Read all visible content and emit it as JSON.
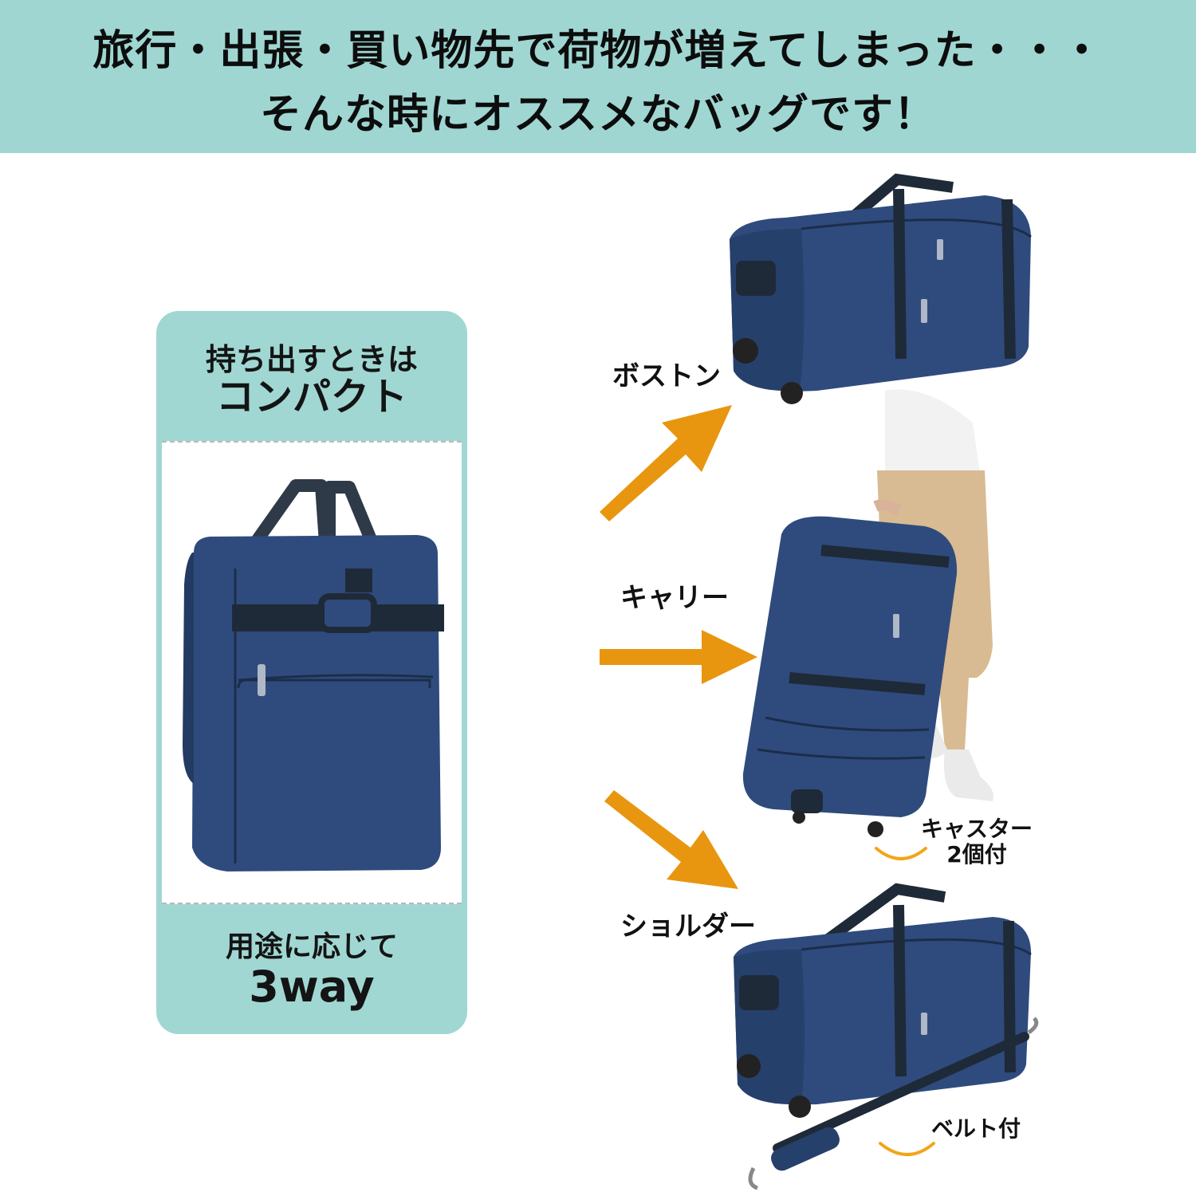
{
  "banner": {
    "line1": "旅行・出張・買い物先で荷物が増えてしまった・・・",
    "line2": "そんな時にオススメなバッグです！",
    "color": "#9fd6d2"
  },
  "panel": {
    "compact_line1": "持ち出すときは",
    "compact_line2": "コンパクト",
    "usage_line1": "用途に応じて",
    "usage_line2": "3way",
    "color": "#a0d7d3"
  },
  "modes": [
    {
      "label": "ボストン"
    },
    {
      "label": "キャリー"
    },
    {
      "label": "ショルダー"
    }
  ],
  "notes": {
    "caster_line1": "キャスター",
    "caster_line2": "2個付",
    "belt": "ベルト付"
  },
  "colors": {
    "arrow": "#e8960f",
    "bag_navy": "#2d4a7c",
    "accent_curve": "#f2a51a"
  },
  "icons": [
    "arrow-up-right-icon",
    "arrow-right-icon",
    "arrow-down-right-icon"
  ]
}
